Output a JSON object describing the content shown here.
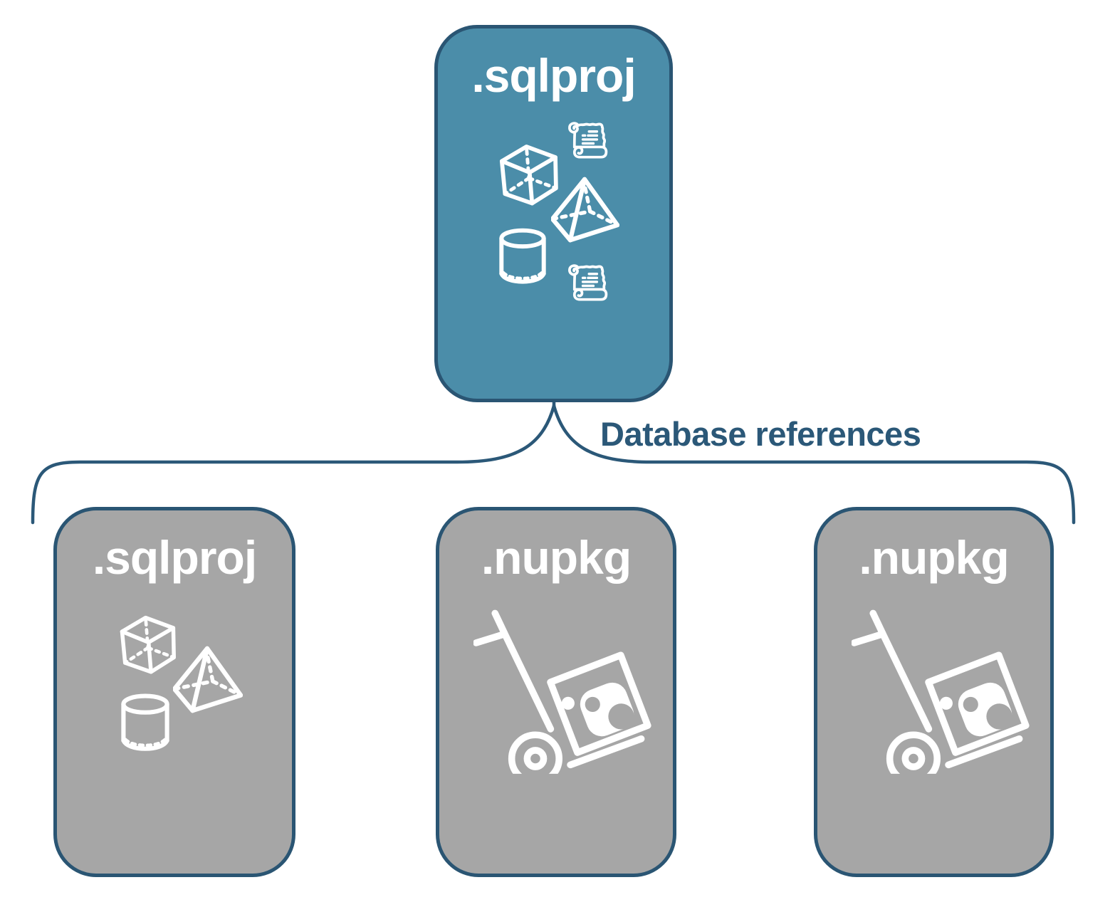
{
  "diagram": {
    "connector_label": "Database references",
    "colors": {
      "primary_fill": "#4B8DA9",
      "secondary_fill": "#A6A6A6",
      "border": "#2A5573",
      "accent_text": "#2B5878",
      "icon_color": "#FFFFFF"
    },
    "root": {
      "label": ".sqlproj",
      "icons": [
        "scroll-icon",
        "cube-icon",
        "pyramid-icon",
        "cylinder-icon",
        "scroll-icon"
      ]
    },
    "children": [
      {
        "label": ".sqlproj",
        "icons": [
          "cube-icon",
          "pyramid-icon",
          "cylinder-icon"
        ]
      },
      {
        "label": ".nupkg",
        "icons": [
          "package-handtruck-icon"
        ]
      },
      {
        "label": ".nupkg",
        "icons": [
          "package-handtruck-icon"
        ]
      }
    ]
  }
}
